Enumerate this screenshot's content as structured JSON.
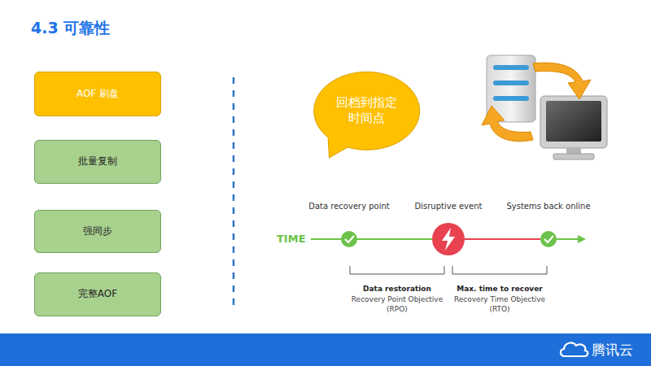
{
  "diagram": {
    "title": "4.3 可靠性",
    "nodes": [
      {
        "text": [
          "AOF 刷盘"
        ]
      },
      {
        "text": [
          "批量复制"
        ]
      },
      {
        "text": [
          "强同步"
        ]
      },
      {
        "text": [
          "完整AOF"
        ]
      },
      {
        "text": [
          "回档到指定 时间点"
        ]
      }
    ],
    "labels": [
      "Data recovery point",
      "Disruptive event",
      "Systems back online",
      "TIME",
      "Data restoration",
      "Recovery Point Objective (RPO)",
      "Max. time to recover",
      "Recovery Time Objective (RTO)",
      "腾讯云"
    ]
  }
}
